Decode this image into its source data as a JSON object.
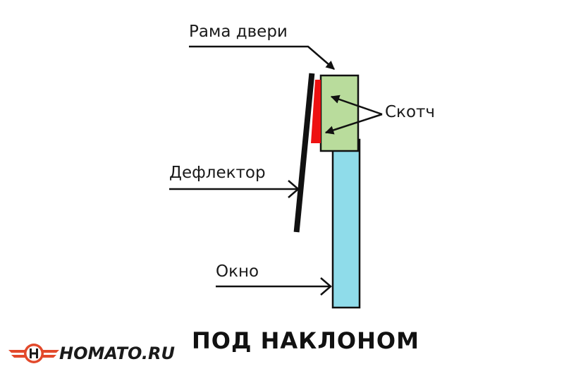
{
  "labels": {
    "door_frame": "Рама двери",
    "tape": "Скотч",
    "deflector": "Дефлектор",
    "window": "Окно"
  },
  "caption": "ПОД НАКЛОНОМ",
  "logo": {
    "text": "HOMATO.RU"
  },
  "colors": {
    "frame_fill": "#b9dc9c",
    "window_fill": "#8fdcea",
    "tape": "#ee1111",
    "deflector": "#111111",
    "stroke": "#111111",
    "logo_red": "#e2492b"
  }
}
